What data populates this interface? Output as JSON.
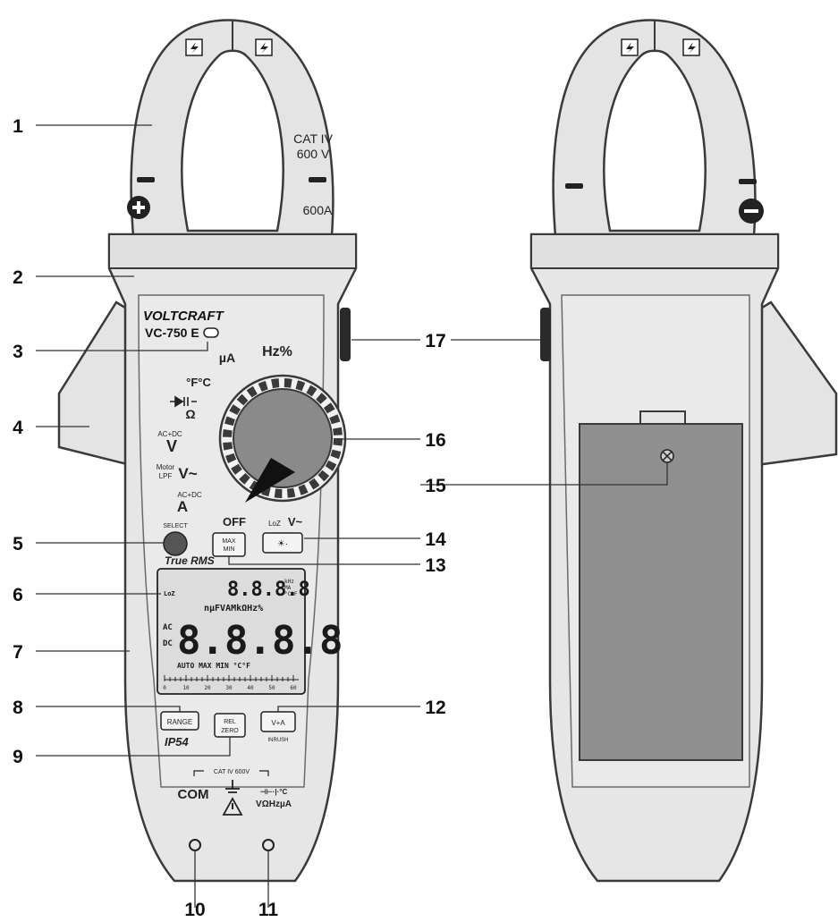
{
  "device": {
    "brand": "VOLTCRAFT",
    "model": "VC-750 E",
    "cat_rating_lines": [
      "CAT IV",
      "600 V"
    ],
    "clamp_current": "600A",
    "true_rms": "True RMS",
    "ip_rating": "IP54",
    "off_label": "OFF"
  },
  "dial_labels": {
    "hz_percent": "Hz%",
    "micro_amp": "µA",
    "temperature": "°F°C",
    "ohm": "Ω",
    "acdc_top": "AC+DC",
    "v_dc": "V",
    "motor_lpf_1": "Motor",
    "motor_lpf_2": "LPF",
    "v_ac": "V~",
    "acdc_bottom": "AC+DC",
    "amp": "A",
    "loz": "LoZ",
    "loz_v": "V~"
  },
  "buttons": {
    "select": "SELECT",
    "max_min_1": "MAX",
    "max_min_2": "MIN",
    "backlight": "☀·",
    "range": "RANGE",
    "rel_zero_1": "REL",
    "rel_zero_2": "ZERO",
    "v_plus_a": "V+A",
    "inrush": "INRUSH"
  },
  "display": {
    "main_digits": "8.8.8.8",
    "sub_digits": "8.8.8.8",
    "sub_unit_1": "kHz",
    "sub_unit_2": "MA",
    "sub_unit_3": "°C°F",
    "row_loz": "LoZ",
    "row_units": "nµFVAMkΩHz%",
    "ac": "AC",
    "dc": "DC",
    "status_row": "AUTO MAX MIN °C°F",
    "scale": [
      "0",
      "10",
      "20",
      "30",
      "40",
      "50",
      "60"
    ]
  },
  "terminals": {
    "cat_label": "CAT IV 600V",
    "com": "COM",
    "input_line1": "⊣⊢·|·°C",
    "input_line2": "VΩHzµA"
  },
  "callouts": [
    "1",
    "2",
    "3",
    "4",
    "5",
    "6",
    "7",
    "8",
    "9",
    "10",
    "11",
    "12",
    "13",
    "14",
    "15",
    "16",
    "17"
  ],
  "colors": {
    "housing": "#e6e6e6",
    "outline": "#3a3a3a",
    "dial": "#8a8a8a",
    "select_button": "#555555",
    "battery_cover": "#8f8f8f",
    "lcd": "#dcdcdc"
  }
}
